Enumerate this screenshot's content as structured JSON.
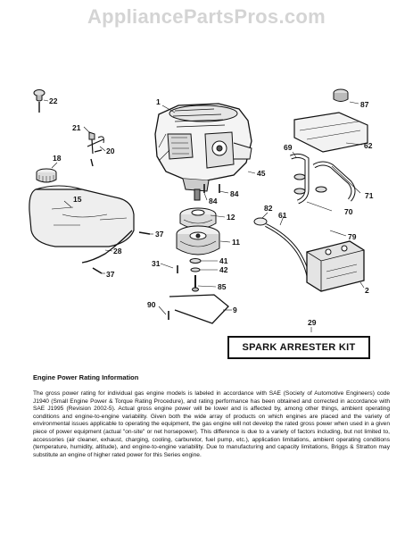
{
  "watermark": "AppliancePartsPros.com",
  "callouts": {
    "c1": "1",
    "c2": "2",
    "c9": "9",
    "c11": "11",
    "c12": "12",
    "c15": "15",
    "c18": "18",
    "c20": "20",
    "c21": "21",
    "c22": "22",
    "c28": "28",
    "c29": "29",
    "c31": "31",
    "c37a": "37",
    "c37b": "37",
    "c41": "41",
    "c42": "42",
    "c45": "45",
    "c61": "61",
    "c62": "62",
    "c69": "69",
    "c70": "70",
    "c71": "71",
    "c79": "79",
    "c82": "82",
    "c84a": "84",
    "c84b": "84",
    "c85": "85",
    "c87": "87",
    "c90": "90"
  },
  "kit_label": "SPARK ARRESTER KIT",
  "rating": {
    "title": "Engine Power Rating Information",
    "body": "The gross power rating for individual gas engine models is labeled in accordance with SAE (Society of Automotive Engineers) code J1940 (Small Engine Power & Torque Rating Procedure), and rating performance has been obtained and corrected in accordance with SAE J1995 (Revision 2002-5). Actual gross engine power will be lower and is affected by, among other things, ambient operating conditions and engine-to-engine variability. Given both the wide array of products on which engines are placed and the variety of environmental issues applicable to operating the equipment, the gas engine will not develop the rated gross power when used in a given piece of power equipment (actual \"on-site\" or net horsepower). This difference is due to a variety of factors including, but not limited to, accessories (air cleaner, exhaust, charging, cooling, carburetor, fuel pump, etc.), application limitations, ambient operating conditions (temperature, humidity, altitude), and engine-to-engine variability. Due to manufacturing and capacity limitations, Briggs & Stratton may substitute an engine of higher rated power for this Series engine."
  }
}
